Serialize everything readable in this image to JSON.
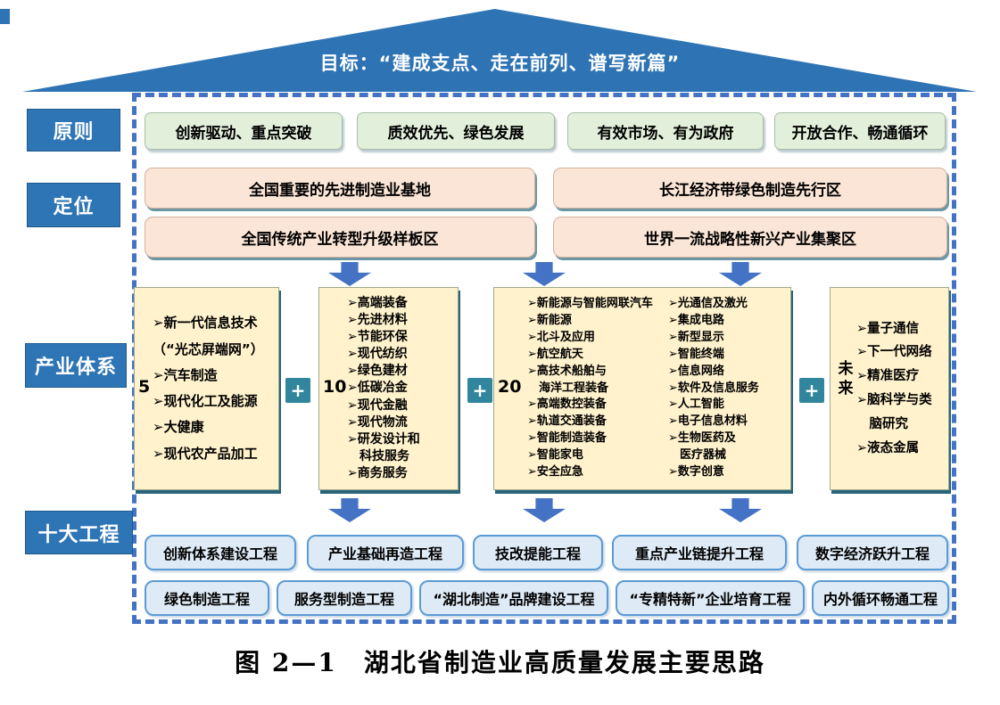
{
  "colors": {
    "primary_blue": "#2E74B5",
    "frame_dash_blue": "#4472C4",
    "green_fill": "#E2EFDA",
    "peach_fill": "#FBE5D6",
    "cream_fill": "#FFF2CC",
    "teal_plus": "#31859C",
    "lightblue_fill": "#DEEBF7"
  },
  "banner": {
    "text": "目标：“建成支点、走在前列、谱写新篇”"
  },
  "side_labels": {
    "principles": "原则",
    "positioning": "定位",
    "industry_system": "产业体系",
    "ten_projects": "十大工程"
  },
  "principles": {
    "items": [
      "创新驱动、重点突破",
      "质效优先、绿色发展",
      "有效市场、有为政府",
      "开放合作、畅通循环"
    ]
  },
  "positioning": {
    "items": [
      "全国重要的先进制造业基地",
      "长江经济带绿色制造先行区",
      "全国传统产业转型升级样板区",
      "世界一流战略性新兴产业集聚区"
    ]
  },
  "industry": {
    "plus": "+",
    "group5": {
      "label": "5",
      "lines": [
        "➢新一代信息技术",
        "（“光芯屏端网”）",
        "➢汽车制造",
        "➢现代化工及能源",
        "➢大健康",
        "➢现代农产品加工"
      ]
    },
    "group10": {
      "label": "10",
      "lines": [
        "➢高端装备",
        "➢先进材料",
        "➢节能环保",
        "➢现代纺织",
        "➢绿色建材",
        "➢低碳冶金",
        "➢现代金融",
        "➢现代物流",
        "➢研发设计和",
        "　科技服务",
        "➢商务服务"
      ]
    },
    "group20": {
      "label": "20",
      "left_lines": [
        "➢新能源与智能网联汽车",
        "➢新能源",
        "➢北斗及应用",
        "➢航空航天",
        "➢高技术船舶与",
        "　海洋工程装备",
        "➢高端数控装备",
        "➢轨道交通装备",
        "➢智能制造装备",
        "➢智能家电",
        "➢安全应急"
      ],
      "right_lines": [
        "➢光通信及激光",
        "➢集成电路",
        "➢新型显示",
        "➢智能终端",
        "➢信息网络",
        "➢软件及信息服务",
        "➢人工智能",
        "➢电子信息材料",
        "➢生物医药及",
        "　医疗器械",
        "➢数字创意"
      ]
    },
    "future": {
      "label": "未来",
      "lines": [
        "➢量子通信",
        "➢下一代网络",
        "➢精准医疗",
        "➢脑科学与类",
        "　脑研究",
        "➢液态金属"
      ]
    }
  },
  "projects": {
    "row1": [
      "创新体系建设工程",
      "产业基础再造工程",
      "技改提能工程",
      "重点产业链提升工程",
      "数字经济跃升工程"
    ],
    "row2": [
      "绿色制造工程",
      "服务型制造工程",
      "“湖北制造”品牌建设工程",
      "“专精特新”企业培育工程",
      "内外循环畅通工程"
    ]
  },
  "caption": {
    "text": "图 2—1　湖北省制造业高质量发展主要思路"
  }
}
